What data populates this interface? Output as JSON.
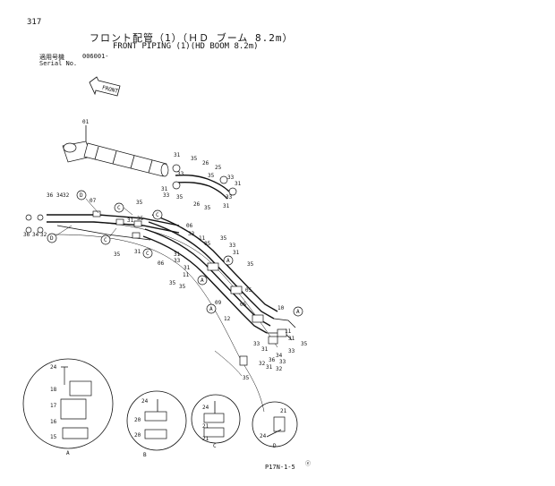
{
  "header": {
    "page_number": "317",
    "title_jp": "フロント配管（1）（ＨＤ ブーム 8.2m）",
    "title_en": "FRONT PIPING (1)(HD BOOM 8.2m)",
    "serial_label_jp": "適用号機",
    "serial_value": "006001-",
    "serial_label_en": "Serial No."
  },
  "arrow_label": "FRONT",
  "footer": {
    "code": "P17N-1-5",
    "mark": "ⓔ"
  },
  "callouts": [
    "01",
    "36",
    "34",
    "32",
    "D",
    "07",
    "C",
    "35",
    "06",
    "33",
    "31",
    "26",
    "25",
    "A",
    "11",
    "05",
    "09",
    "12",
    "10",
    "17",
    "18",
    "16",
    "15",
    "20",
    "21",
    "24",
    "B"
  ],
  "detail_labels": [
    "A",
    "B",
    "C",
    "D"
  ]
}
